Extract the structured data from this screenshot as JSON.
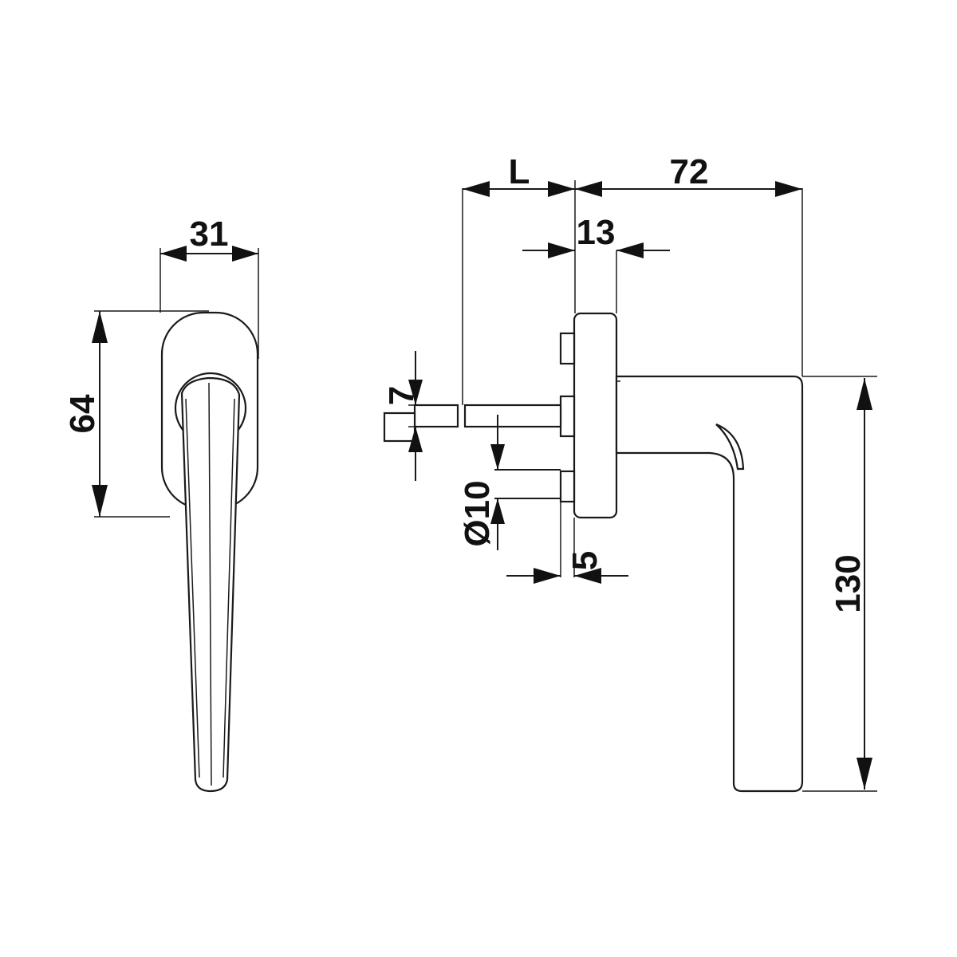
{
  "front_view": {
    "width_label": "31",
    "height_label": "64"
  },
  "side_view": {
    "length_label": "L",
    "overall_depth_label": "72",
    "rosette_thickness_label": "13",
    "spindle_label": "7",
    "screw_diameter_label": "Ø10",
    "screw_offset_label": "5",
    "lever_height_label": "130"
  },
  "colors": {
    "line": "#1a1a1a",
    "background": "#ffffff"
  }
}
